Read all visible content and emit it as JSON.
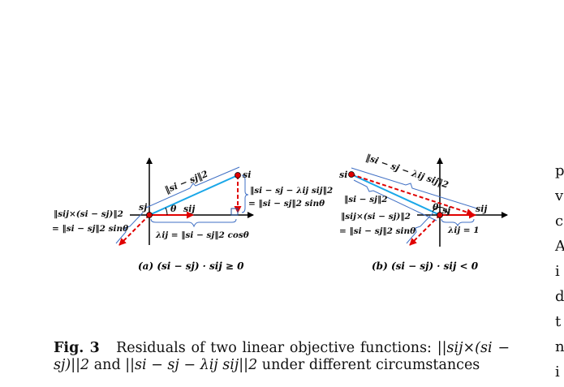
{
  "figure": {
    "a": {
      "label_prefix": "(a)",
      "label_expr": "(si − sj) · sij ≥ 0",
      "norm_top": "‖si − sj‖2",
      "si": "si",
      "sj": "sj",
      "sij": "sij",
      "theta": "θ",
      "perp_line1": "‖si − sj − λij sij‖2",
      "perp_line2": "= ‖si − sj‖2 sinθ",
      "left_line1": "‖sij×(si − sj)‖2",
      "left_line2": "= ‖si − sj‖2 sinθ",
      "lambda_line": "λij = ‖si − sj‖2 cosθ"
    },
    "b": {
      "label_prefix": "(b)",
      "label_expr": "(si − sj) · sij < 0",
      "norm_top": "‖si − sj − λij sij‖2",
      "si": "si",
      "sj": "sj",
      "sij": "sij",
      "theta": "θ",
      "norm_mid": "‖si − sj‖2",
      "left_line1": "‖sij×(si − sj)‖2",
      "left_line2": "= ‖si − sj‖2 sinθ",
      "lambda_line": "λij = 1"
    }
  },
  "caption": {
    "fig_label": "Fig. 3",
    "text_1": "Residuals of two linear objective functions:",
    "expr_1": "||sij×(si − sj)||2",
    "and": "and",
    "expr_2": "||si − sj − λij sij||2",
    "text_2": "under different circumstances"
  },
  "right_column": [
    "p",
    "v",
    "c",
    "A",
    "i",
    "d",
    "t",
    "n",
    "i"
  ]
}
